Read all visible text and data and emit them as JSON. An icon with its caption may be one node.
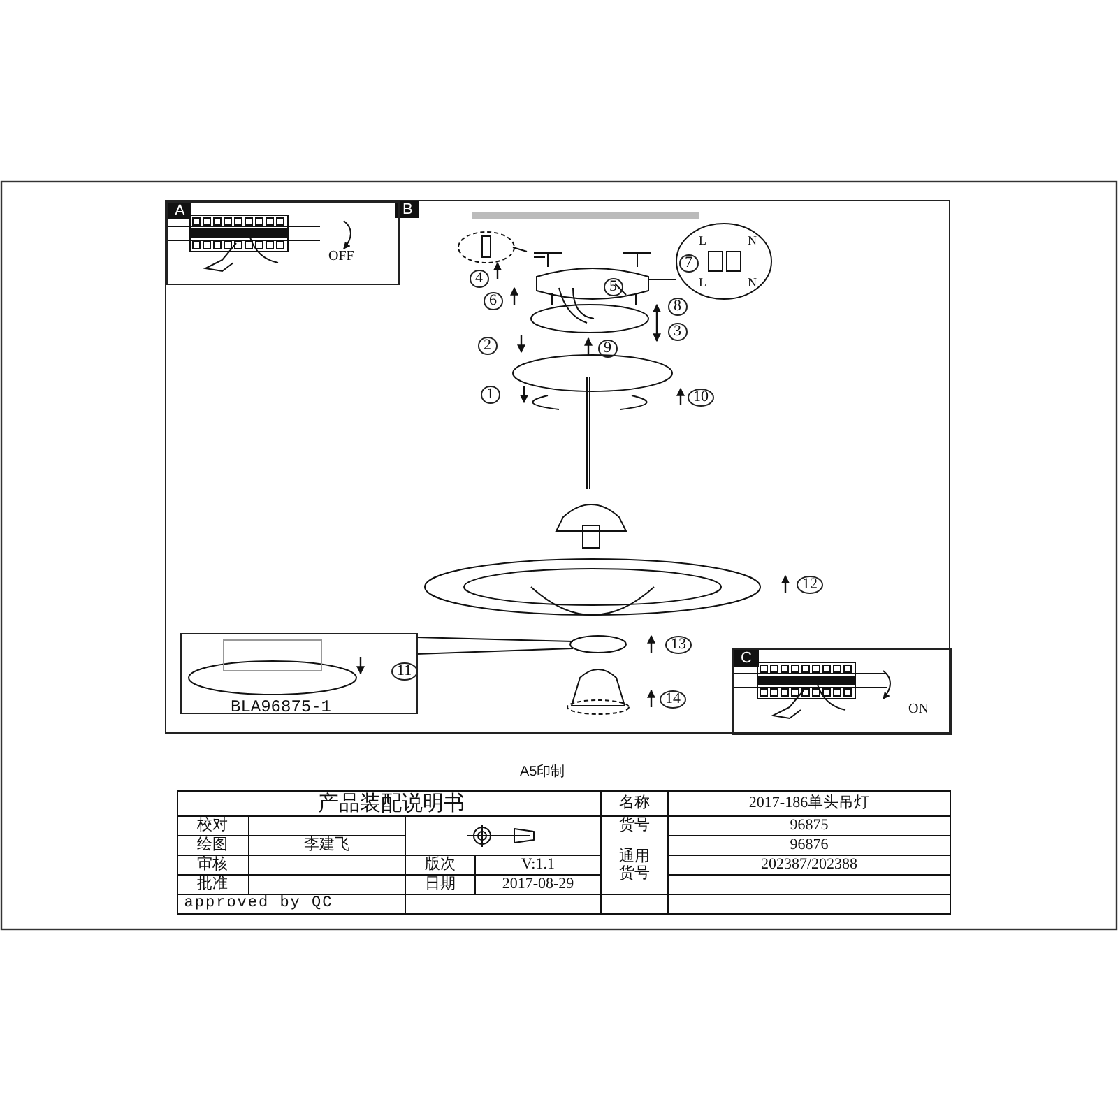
{
  "diagram": {
    "nodes": [
      {
        "text": [
          "A",
          "OFF"
        ],
        "in": 1
      },
      {
        "text": [
          "B"
        ]
      },
      {
        "text": [
          "11"
        ],
        "in": 1
      },
      {
        "text": [
          "C",
          "ON"
        ],
        "in": 1
      }
    ],
    "labels": [
      "L",
      "N",
      "7",
      "4",
      "L",
      "N",
      "5",
      "6",
      "8",
      "3",
      "2",
      "9",
      "1",
      "10",
      "12",
      "13",
      "14",
      "BLA96875-1",
      "A5印制",
      "产品装配说明书",
      "名称",
      "2017-186单头吊灯",
      "校对",
      "货号",
      "96875",
      "绘图",
      "李建飞",
      "96876",
      "审核",
      "版次",
      "V:1.1",
      "通用货号",
      "202387/202388",
      "批准",
      "日期",
      "2017-08-29",
      "approved by QC"
    ]
  }
}
